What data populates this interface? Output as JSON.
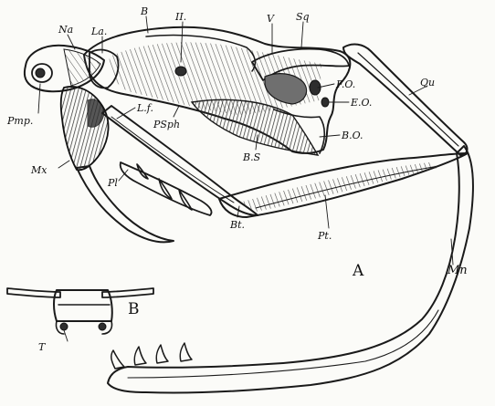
{
  "labels": {
    "na": "Na",
    "la": "La.",
    "b_top": "B",
    "ii": "II.",
    "v": "V",
    "sq": "Sq",
    "qu": "Qu",
    "pmp": "Pmp.",
    "lf": "L.f.",
    "psph": "PSph",
    "fo": "F.O.",
    "eo": "E.O.",
    "bo": "B.O.",
    "bs": "B.S",
    "mx": "Mx",
    "pl": "Pl",
    "bt": "Bt.",
    "pt": "Pt.",
    "mn": "Mn",
    "fig_a": "A",
    "fig_b": "B",
    "t": "T"
  }
}
